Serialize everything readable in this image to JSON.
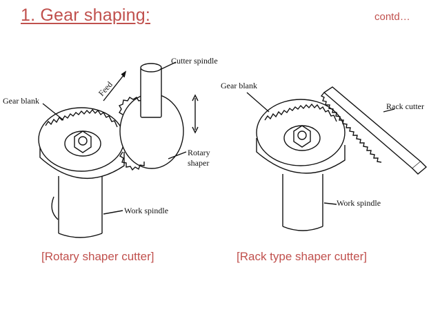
{
  "slide": {
    "title": "1. Gear shaping:",
    "contd": "contd…"
  },
  "figure_left": {
    "labels": {
      "cutter_spindle": "Cutter spindle",
      "feed": "Feed",
      "gear_blank": "Gear blank",
      "rotary_line1": "Rotary",
      "rotary_line2": "shaper",
      "work_spindle": "Work spindle"
    },
    "caption": "[Rotary shaper cutter]"
  },
  "figure_right": {
    "labels": {
      "gear_blank": "Gear blank",
      "rack_cutter": "Rack cutter",
      "work_spindle": "Work spindle"
    },
    "caption": "[Rack type  shaper cutter]"
  },
  "colors": {
    "title": "#c0504d",
    "line": "#111111"
  }
}
